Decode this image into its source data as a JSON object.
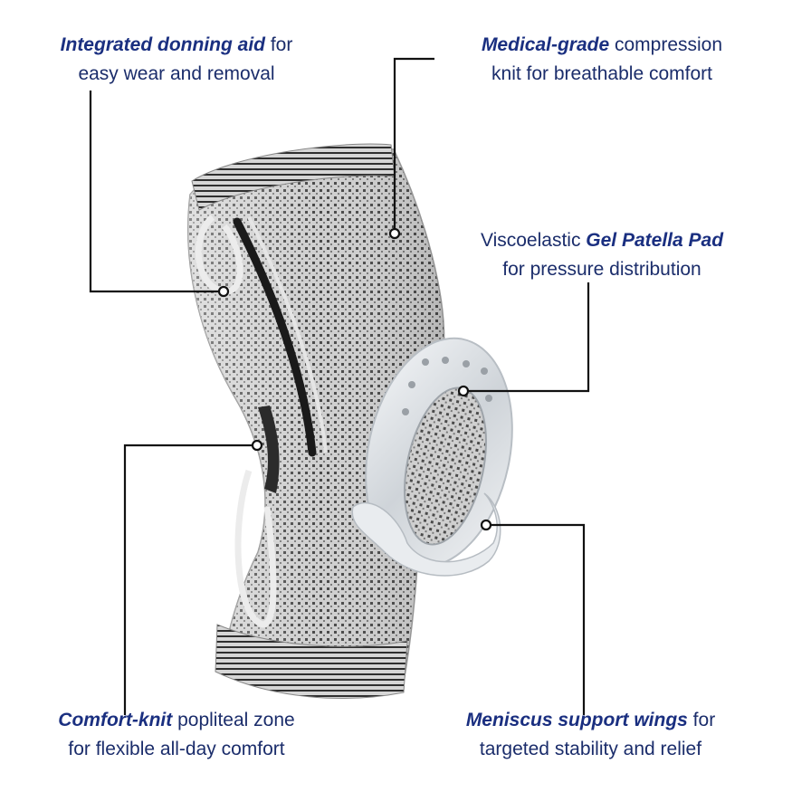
{
  "callouts": {
    "donning": {
      "emph": "Integrated donning aid",
      "rest1": " for",
      "line2": "easy wear and removal"
    },
    "medical": {
      "emph": "Medical-grade",
      "rest1": " compression",
      "line2": "knit for breathable comfort"
    },
    "gel": {
      "pre1": "Viscoelastic ",
      "emph": "Gel Patella Pad",
      "line2": "for pressure distribution"
    },
    "comfort": {
      "emph": "Comfort-knit",
      "rest1": " popliteal zone",
      "line2": "for flexible all-day comfort"
    },
    "meniscus": {
      "emph": "Meniscus support wings",
      "rest1": " for",
      "line2": "targeted stability and relief"
    }
  },
  "colors": {
    "text": "#1b2d6b",
    "emphasis": "#1a2f80",
    "leader": "#111111",
    "knit_light": "#c9c9c9",
    "knit_dark": "#3a3a3a",
    "gel": "#e8ebee"
  }
}
